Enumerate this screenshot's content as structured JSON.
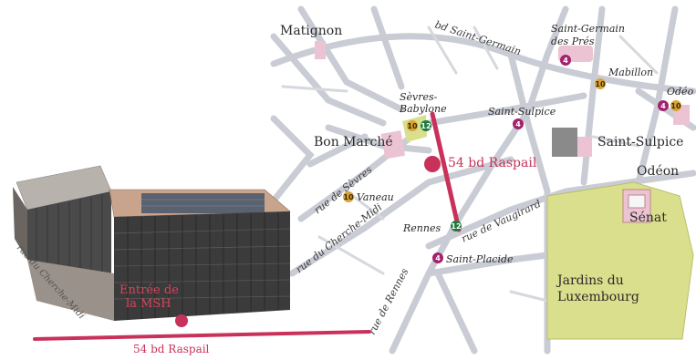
{
  "map": {
    "places": {
      "matignon": "Matignon",
      "bon_marche": "Bon Marché",
      "saint_sulpice_church": "Saint-Sulpice",
      "odeon": "Odéon",
      "senat": "Sénat",
      "jardins_line1": "Jardins du",
      "jardins_line2": "Luxembourg"
    },
    "stations": {
      "sevres_babylone_l1": "Sèvres-",
      "sevres_babylone_l2": "Babylone",
      "saint_germain_l1": "Saint-Germain",
      "saint_germain_l2": "des Prés",
      "mabillon": "Mabillon",
      "odeon_station": "Odéo",
      "saint_sulpice_station": "Saint-Sulpice",
      "vaneau": "Vaneau",
      "rennes": "Rennes",
      "saint_placide": "Saint-Placide"
    },
    "streets": {
      "bd_saint_germain": "bd Saint-Germain",
      "rue_de_sevres": "rue de Sèvres",
      "rue_du_cherche_midi": "rue du Cherche-Midi",
      "rue_de_vaugirard": "rue de Vaugirard",
      "rue_de_rennes": "rue de Rennes"
    },
    "metro_lines": {
      "l4": "4",
      "l10": "10",
      "l12": "12"
    },
    "destination": "54 bd Raspail",
    "colors": {
      "line4": "#a3226d",
      "line10": "#d9a33a",
      "line12": "#1f7a3e",
      "raspail": "#c8325a",
      "garden": "#d9df8c",
      "pink_block": "#ecc3d2",
      "grey_block": "#8a8a8a",
      "streets": "#c9ccd4"
    }
  },
  "building": {
    "entrance_line1": "Entrée de",
    "entrance_line2": "la MSH",
    "street_front": "54 bd Raspail",
    "street_side": "rue du Cherche-Midi"
  }
}
